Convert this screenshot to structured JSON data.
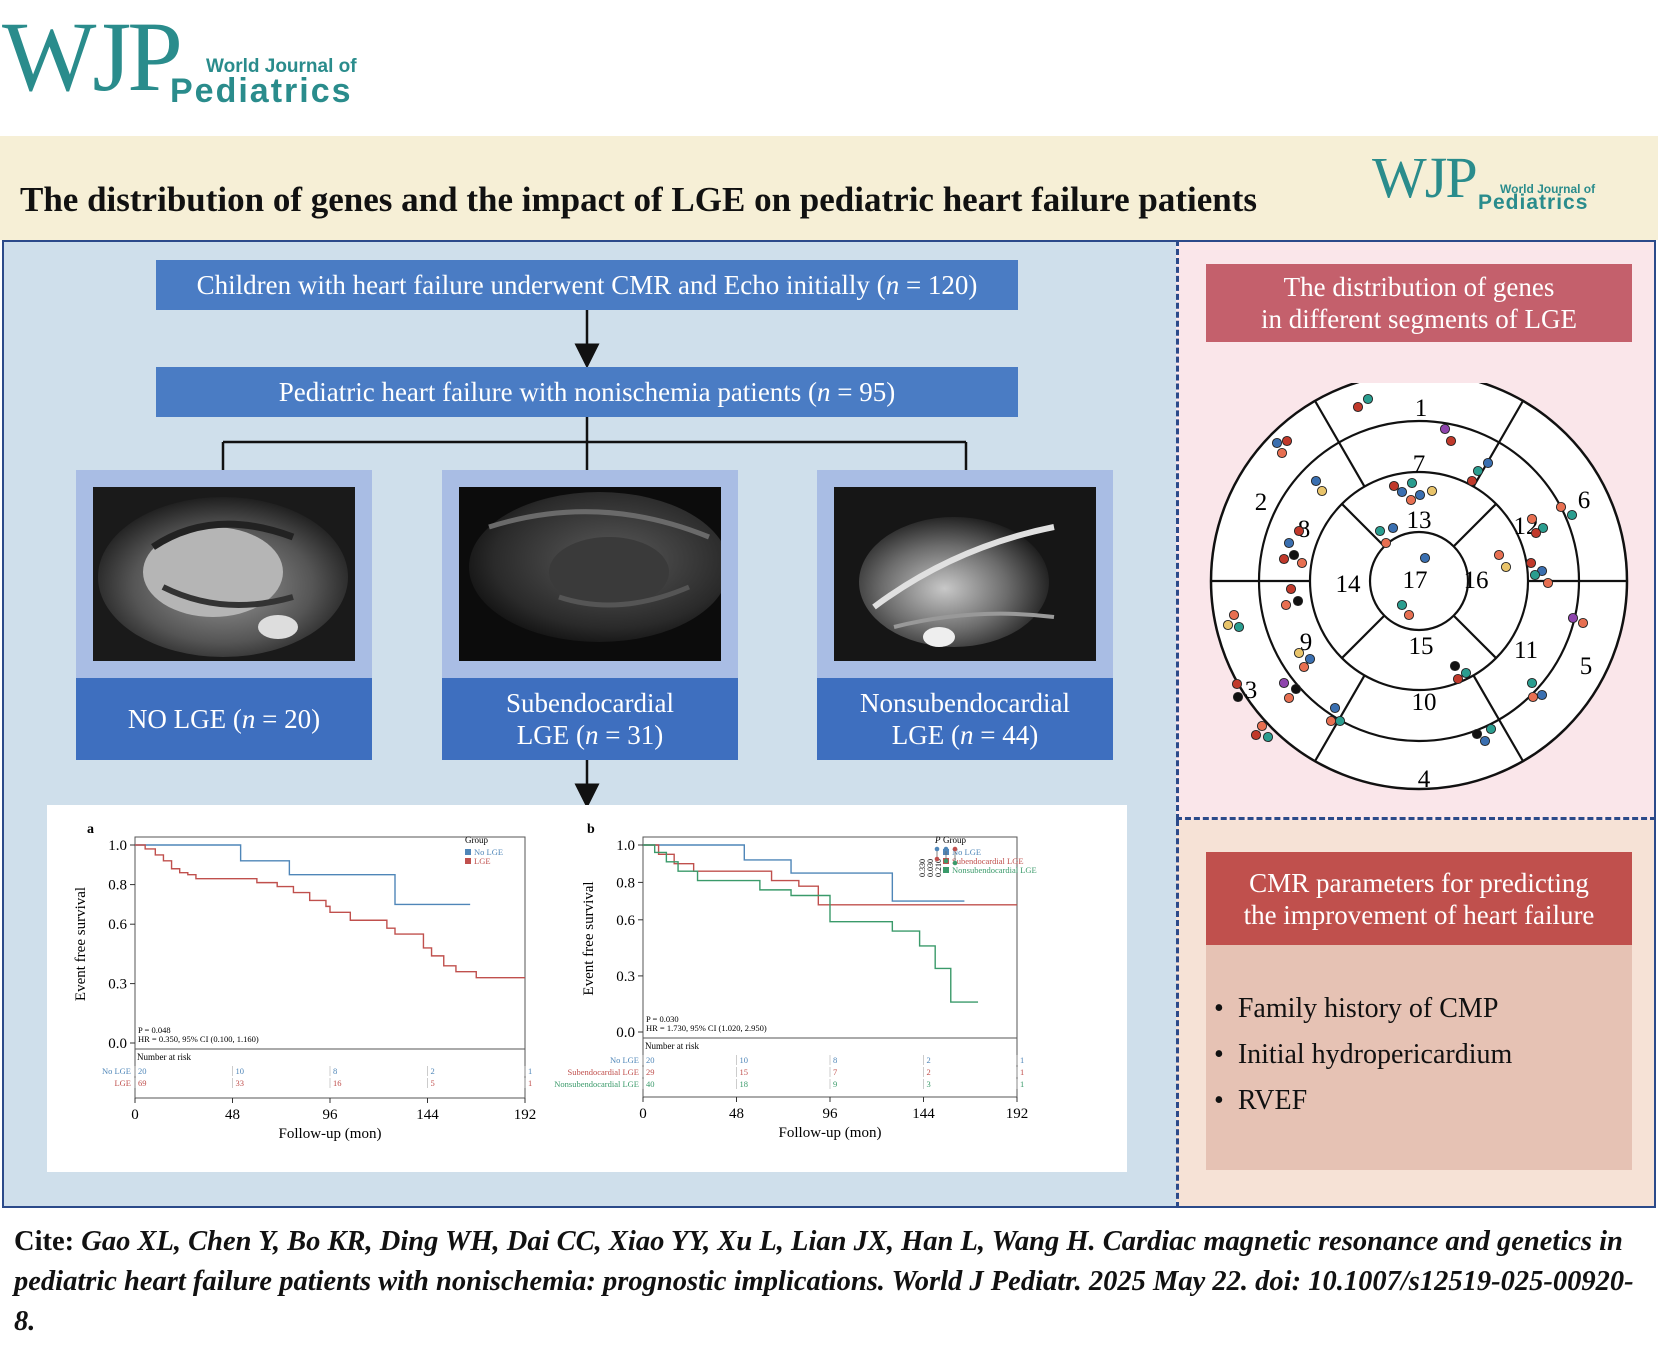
{
  "logo": {
    "letters": "WJP",
    "line1": "World Journal of",
    "line2": "Pediatrics"
  },
  "title": "The distribution of genes and the impact of LGE on pediatric heart failure patients",
  "flow": {
    "box1_pre": "Children with heart failure underwent CMR and Echo initially (",
    "box1_n": "n",
    "box1_post": " = 120)",
    "box2_pre": "Pediatric heart failure with nonischemia patients (",
    "box2_n": "n",
    "box2_post": " = 95)",
    "groups": [
      {
        "line1": "NO LGE (",
        "n": "n",
        "line1b": " = 20)",
        "line2": ""
      },
      {
        "line1": "Subendocardial",
        "line2a": "LGE (",
        "n": "n",
        "line2b": " = 31)"
      },
      {
        "line1": "Nonsubendocardial",
        "line2a": "LGE (",
        "n": "n",
        "line2b": " = 44)"
      }
    ]
  },
  "genes": {
    "title_line1": "The distribution of genes",
    "title_line2": "in different segments of LGE",
    "segments": [
      "1",
      "2",
      "3",
      "4",
      "5",
      "6",
      "7",
      "8",
      "9",
      "10",
      "11",
      "12",
      "13",
      "14",
      "15",
      "16",
      "17"
    ],
    "dot_colors": [
      "#c0392b",
      "#2a9d8f",
      "#e76f51",
      "#3a6fb0",
      "#8e44ad",
      "#111111",
      "#e9c46a"
    ]
  },
  "cmr": {
    "title_line1": "CMR parameters for predicting",
    "title_line2": "the improvement of heart failure",
    "items": [
      "Family history of CMP",
      "Initial hydropericardium",
      "RVEF"
    ]
  },
  "chart_data": [
    {
      "type": "line",
      "panel_label": "a",
      "xlabel": "Follow-up (mon)",
      "ylabel": "Event free survival",
      "xticks": [
        "0",
        "48",
        "96",
        "144",
        "192"
      ],
      "yticks": [
        "0.0",
        "0.3",
        "0.6",
        "0.8",
        "1.0"
      ],
      "xlim": [
        0,
        192
      ],
      "ylim": [
        0,
        1
      ],
      "legend_title": "Group",
      "legend_placement": "top-right",
      "series": [
        {
          "name": "No LGE",
          "color": "#4f86b8",
          "x": [
            0,
            46,
            52,
            76,
            126,
            128,
            165
          ],
          "y": [
            1.0,
            1.0,
            0.92,
            0.85,
            0.85,
            0.7,
            0.7
          ]
        },
        {
          "name": "LGE",
          "color": "#c0504d",
          "x": [
            0,
            5,
            10,
            14,
            18,
            22,
            26,
            30,
            44,
            60,
            70,
            78,
            86,
            94,
            96,
            106,
            112,
            124,
            128,
            136,
            142,
            146,
            152,
            158,
            168,
            192
          ],
          "y": [
            1.0,
            0.98,
            0.95,
            0.92,
            0.88,
            0.86,
            0.85,
            0.83,
            0.83,
            0.81,
            0.79,
            0.76,
            0.72,
            0.69,
            0.66,
            0.62,
            0.62,
            0.58,
            0.55,
            0.55,
            0.48,
            0.44,
            0.39,
            0.36,
            0.33,
            0.33
          ]
        }
      ],
      "stats": [
        "P = 0.048",
        "HR = 0.350, 95% CI (0.100, 1.160)"
      ],
      "risk_title": "Number at risk",
      "risk_table": [
        {
          "name": "No LGE",
          "values": [
            "20",
            "10",
            "8",
            "2",
            "1"
          ]
        },
        {
          "name": "LGE",
          "values": [
            "69",
            "33",
            "16",
            "5",
            "1"
          ]
        }
      ]
    },
    {
      "type": "line",
      "panel_label": "b",
      "xlabel": "Follow-up (mon)",
      "ylabel": "Event free survival",
      "xticks": [
        "0",
        "48",
        "96",
        "144",
        "192"
      ],
      "yticks": [
        "0.0",
        "0.3",
        "0.6",
        "0.8",
        "1.0"
      ],
      "xlim": [
        0,
        192
      ],
      "ylim": [
        0,
        1
      ],
      "legend_title": "Group",
      "legend_placement": "top-right",
      "p_label": "P",
      "pairwise_p": [
        "0.330",
        "0.030",
        "0.210"
      ],
      "series": [
        {
          "name": "No LGE",
          "color": "#4f86b8",
          "x": [
            0,
            46,
            52,
            76,
            126,
            128,
            165
          ],
          "y": [
            1.0,
            1.0,
            0.92,
            0.85,
            0.85,
            0.7,
            0.7
          ]
        },
        {
          "name": "Subendocardial LGE",
          "color": "#c0504d",
          "x": [
            0,
            8,
            16,
            26,
            50,
            66,
            80,
            90,
            192
          ],
          "y": [
            1.0,
            0.95,
            0.9,
            0.86,
            0.86,
            0.81,
            0.78,
            0.68,
            0.68
          ]
        },
        {
          "name": "Nonsubendocardial LGE",
          "color": "#3a9a6a",
          "x": [
            0,
            6,
            12,
            18,
            28,
            50,
            60,
            76,
            96,
            104,
            128,
            142,
            150,
            158,
            172
          ],
          "y": [
            1.0,
            0.96,
            0.91,
            0.86,
            0.81,
            0.81,
            0.76,
            0.73,
            0.59,
            0.59,
            0.54,
            0.46,
            0.34,
            0.16,
            0.16
          ]
        }
      ],
      "stats": [
        "P = 0.030",
        "HR = 1.730, 95% CI (1.020, 2.950)"
      ],
      "risk_title": "Number at risk",
      "risk_table": [
        {
          "name": "No LGE",
          "values": [
            "20",
            "10",
            "8",
            "2",
            "1"
          ]
        },
        {
          "name": "Subendocardial LGE",
          "values": [
            "29",
            "15",
            "7",
            "2",
            "1"
          ]
        },
        {
          "name": "Nonsubendocardial LGE",
          "values": [
            "40",
            "18",
            "9",
            "3",
            "1"
          ]
        }
      ]
    }
  ],
  "citation": {
    "label": "Cite: ",
    "text": "Gao XL, Chen Y, Bo KR, Ding WH, Dai CC, Xiao YY, Xu L, Lian JX, Han L, Wang H. Cardiac magnetic resonance and genetics in pediatric heart failure patients with nonischemia: prognostic implications. World J Pediatr. 2025 May 22. doi: 10.1007/s12519-025-00920-8."
  }
}
